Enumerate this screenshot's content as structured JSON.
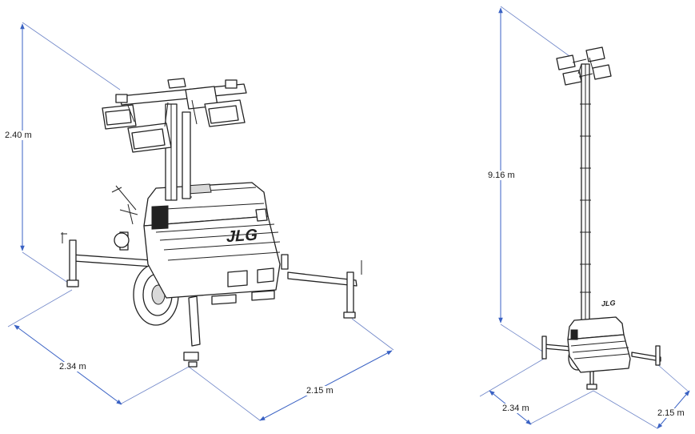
{
  "dimensions": {
    "large_height": "2.40 m",
    "large_width": "2.34 m",
    "large_length": "2.15 m",
    "tall_height": "9.16 m",
    "tall_width": "2.34 m",
    "tall_length": "2.15 m"
  },
  "logo": "JLG",
  "colors": {
    "dimension_line": "#3a62c4",
    "drawing_ink": "#222222",
    "background": "#ffffff"
  }
}
